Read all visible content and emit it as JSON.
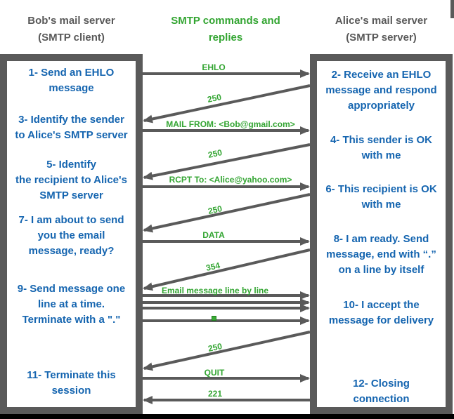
{
  "colors": {
    "border_gray": "#5a5a5a",
    "title_gray": "#595959",
    "step_blue": "#1565b0",
    "command_green": "#33a532",
    "bottom_bar_black": "#000000"
  },
  "header": {
    "client_title": "Bob's mail server\n(SMTP client)",
    "center_title": "SMTP commands and\nreplies",
    "server_title": "Alice's mail server\n(SMTP server)"
  },
  "client_steps": [
    {
      "text": "1- Send an EHLO\nmessage"
    },
    {
      "text": "3- Identify the sender\nto Alice's SMTP server"
    },
    {
      "text": "5- Identify\nthe recipient to Alice's\nSMTP server"
    },
    {
      "text": "7- I am about to send\nyou the email\nmessage, ready?"
    },
    {
      "text": "9- Send message one\nline at a time.\nTerminate with a \".\""
    },
    {
      "text": "11- Terminate this\nsession"
    }
  ],
  "server_steps": [
    {
      "text": "2- Receive an EHLO\nmessage and respond\nappropriately"
    },
    {
      "text": "4- This sender is OK\nwith me"
    },
    {
      "text": "6- This recipient is OK\nwith me"
    },
    {
      "text": "8-  I am ready. Send\nmessage, end with “.”\non a line by itself"
    },
    {
      "text": "10-  I accept the\nmessage for delivery"
    },
    {
      "text": "12-  Closing\nconnection"
    }
  ],
  "messages": [
    {
      "label": "EHLO",
      "from": "client",
      "to": "server",
      "kind": "command"
    },
    {
      "label": "250",
      "from": "server",
      "to": "client",
      "kind": "reply"
    },
    {
      "label": "MAIL FROM: <Bob@gmail.com>",
      "from": "client",
      "to": "server",
      "kind": "command"
    },
    {
      "label": "250",
      "from": "server",
      "to": "client",
      "kind": "reply"
    },
    {
      "label": "RCPT To: <Alice@yahoo.com>",
      "from": "client",
      "to": "server",
      "kind": "command"
    },
    {
      "label": "250",
      "from": "server",
      "to": "client",
      "kind": "reply"
    },
    {
      "label": "DATA",
      "from": "client",
      "to": "server",
      "kind": "command"
    },
    {
      "label": "354",
      "from": "server",
      "to": "client",
      "kind": "reply"
    },
    {
      "label": "Email message line by line",
      "from": "client",
      "to": "server",
      "kind": "data-lines"
    },
    {
      "label": "",
      "symbol": "green-square-terminator",
      "from": "client",
      "to": "server",
      "kind": "terminator"
    },
    {
      "label": "250",
      "from": "server",
      "to": "client",
      "kind": "reply"
    },
    {
      "label": "QUIT",
      "from": "client",
      "to": "server",
      "kind": "command"
    },
    {
      "label": "221",
      "from": "server",
      "to": "client",
      "kind": "reply"
    }
  ]
}
